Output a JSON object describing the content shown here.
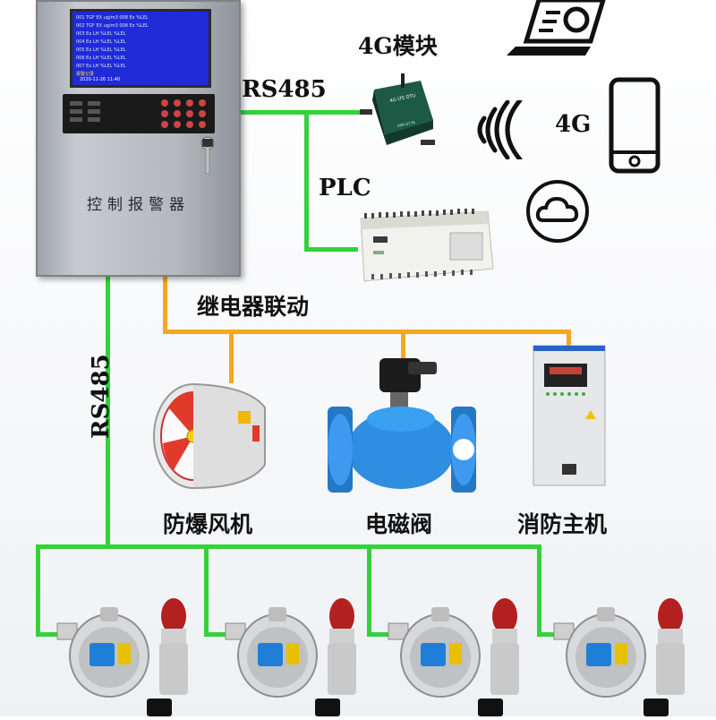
{
  "controller": {
    "title": "控制报警器",
    "screen_rows": [
      "001  TGF   EX  ug/m3  008  Ex    %LEL",
      "002  TGF   EX  ug/m3  008  Ex    %LEL",
      "003  Ex    LH  %LEL         %LEL",
      "004  Ex    LH  %LEL         %LEL",
      "005  Ex    LH  %LEL         %LEL",
      "006  Ex    LH  %LEL         %LEL",
      "007  Ex    LH  %LEL         %LEL"
    ],
    "screen_footer": "报警记录",
    "screen_date": "2020-11-26  11:40"
  },
  "links": {
    "rs485_top": "RS485",
    "rs485_side": "RS485",
    "plc": "PLC",
    "module_4g": "4G模块",
    "relay": "继电器联动",
    "net_4g": "4G"
  },
  "dtu": {
    "brand": "4G LTE DTU",
    "model": "USR-G776"
  },
  "devices": {
    "fan": "防爆风机",
    "valve": "电磁阀",
    "fire_host": "消防主机"
  },
  "detector_count": 4,
  "colors": {
    "rs485_wire": "#35d13b",
    "relay_wire": "#f2a81f",
    "screen": "#1f2bd6",
    "valve": "#2f8ee0"
  },
  "icons": [
    "laptop-icon",
    "wifi-icon",
    "phone-icon",
    "cloud-icon"
  ]
}
